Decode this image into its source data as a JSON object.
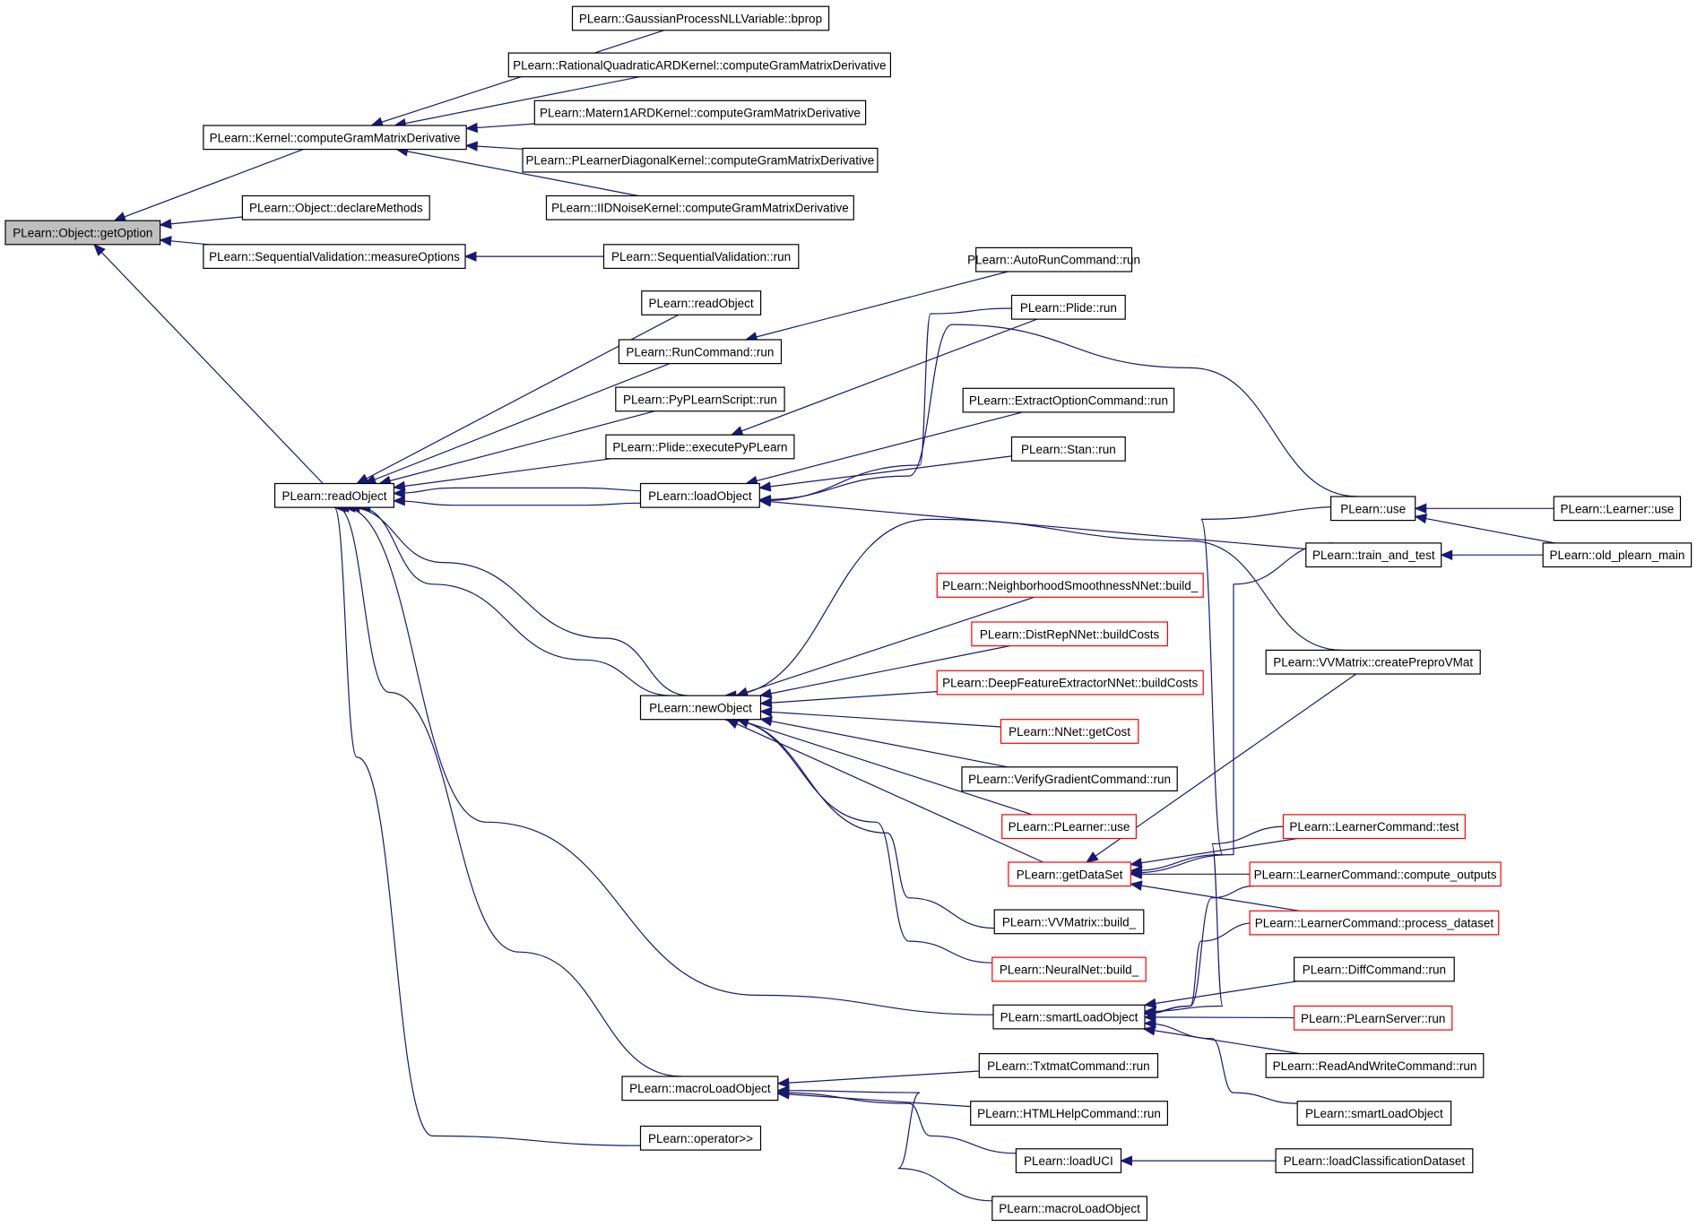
{
  "graph": {
    "colors": {
      "edge": "#191970",
      "root_fill": "#bfbfbf",
      "node_border": "#000000",
      "highlight_border": "#ff0000"
    },
    "nodes": [
      {
        "id": "root",
        "label": "PLearn::Object::getOption",
        "style": "root"
      },
      {
        "id": "kernelCGMD",
        "label": "PLearn::Kernel::computeGramMatrixDerivative"
      },
      {
        "id": "declareMethods",
        "label": "PLearn::Object::declareMethods"
      },
      {
        "id": "svMeasure",
        "label": "PLearn::SequentialValidation::measureOptions"
      },
      {
        "id": "readObject",
        "label": "PLearn::readObject"
      },
      {
        "id": "gpBprop",
        "label": "PLearn::GaussianProcessNLLVariable::bprop"
      },
      {
        "id": "rqArd",
        "label": "PLearn::RationalQuadraticARDKernel::computeGramMatrixDerivative"
      },
      {
        "id": "matern",
        "label": "PLearn::Matern1ARDKernel::computeGramMatrixDerivative"
      },
      {
        "id": "plDiag",
        "label": "PLearn::PLearnerDiagonalKernel::computeGramMatrixDerivative"
      },
      {
        "id": "iidNoise",
        "label": "PLearn::IIDNoiseKernel::computeGramMatrixDerivative"
      },
      {
        "id": "svRun",
        "label": "PLearn::SequentialValidation::run"
      },
      {
        "id": "readObject2",
        "label": "PLearn::readObject"
      },
      {
        "id": "runCmd",
        "label": "PLearn::RunCommand::run"
      },
      {
        "id": "pyScript",
        "label": "PLearn::PyPLearnScript::run"
      },
      {
        "id": "plideExec",
        "label": "PLearn::Plide::executePyPLearn"
      },
      {
        "id": "loadObject",
        "label": "PLearn::loadObject"
      },
      {
        "id": "newObject",
        "label": "PLearn::newObject"
      },
      {
        "id": "macroLoad",
        "label": "PLearn::macroLoadObject"
      },
      {
        "id": "operator",
        "label": "PLearn::operator>>"
      },
      {
        "id": "autoRun",
        "label": "PLearn::AutoRunCommand::run"
      },
      {
        "id": "plideRun",
        "label": "PLearn::Plide::run"
      },
      {
        "id": "extractOpt",
        "label": "PLearn::ExtractOptionCommand::run"
      },
      {
        "id": "stanRun",
        "label": "PLearn::Stan::run"
      },
      {
        "id": "nsNNet",
        "label": "PLearn::NeighborhoodSmoothnessNNet::build_",
        "style": "red"
      },
      {
        "id": "distRep",
        "label": "PLearn::DistRepNNet::buildCosts",
        "style": "red"
      },
      {
        "id": "deepFeat",
        "label": "PLearn::DeepFeatureExtractorNNet::buildCosts",
        "style": "red"
      },
      {
        "id": "nnetCost",
        "label": "PLearn::NNet::getCost",
        "style": "red"
      },
      {
        "id": "verifyGrad",
        "label": "PLearn::VerifyGradientCommand::run"
      },
      {
        "id": "plUse",
        "label": "PLearn::PLearner::use",
        "style": "red"
      },
      {
        "id": "getDataSet",
        "label": "PLearn::getDataSet",
        "style": "red"
      },
      {
        "id": "vvBuild",
        "label": "PLearn::VVMatrix::build_"
      },
      {
        "id": "neuralBuild",
        "label": "PLearn::NeuralNet::build_",
        "style": "red"
      },
      {
        "id": "smartLoad",
        "label": "PLearn::smartLoadObject"
      },
      {
        "id": "txtmat",
        "label": "PLearn::TxtmatCommand::run"
      },
      {
        "id": "htmlHelp",
        "label": "PLearn::HTMLHelpCommand::run"
      },
      {
        "id": "loadUCI",
        "label": "PLearn::loadUCI"
      },
      {
        "id": "macroLoad2",
        "label": "PLearn::macroLoadObject"
      },
      {
        "id": "use",
        "label": "PLearn::use"
      },
      {
        "id": "trainTest",
        "label": "PLearn::train_and_test"
      },
      {
        "id": "vvPrepro",
        "label": "PLearn::VVMatrix::createPreproVMat"
      },
      {
        "id": "lcTest",
        "label": "PLearn::LearnerCommand::test",
        "style": "red"
      },
      {
        "id": "lcCompute",
        "label": "PLearn::LearnerCommand::compute_outputs",
        "style": "red"
      },
      {
        "id": "lcProcess",
        "label": "PLearn::LearnerCommand::process_dataset",
        "style": "red"
      },
      {
        "id": "diffCmd",
        "label": "PLearn::DiffCommand::run"
      },
      {
        "id": "plServer",
        "label": "PLearn::PLearnServer::run",
        "style": "red"
      },
      {
        "id": "readWrite",
        "label": "PLearn::ReadAndWriteCommand::run"
      },
      {
        "id": "smartLoad2",
        "label": "PLearn::smartLoadObject"
      },
      {
        "id": "loadClass",
        "label": "PLearn::loadClassificationDataset"
      },
      {
        "id": "learnerUse",
        "label": "PLearn::Learner::use"
      },
      {
        "id": "oldMain",
        "label": "PLearn::old_plearn_main"
      }
    ],
    "edges": [
      {
        "from": "kernelCGMD",
        "to": "root"
      },
      {
        "from": "declareMethods",
        "to": "root"
      },
      {
        "from": "svMeasure",
        "to": "root"
      },
      {
        "from": "readObject",
        "to": "root"
      },
      {
        "from": "gpBprop",
        "to": "kernelCGMD"
      },
      {
        "from": "rqArd",
        "to": "kernelCGMD"
      },
      {
        "from": "matern",
        "to": "kernelCGMD"
      },
      {
        "from": "plDiag",
        "to": "kernelCGMD"
      },
      {
        "from": "iidNoise",
        "to": "kernelCGMD"
      },
      {
        "from": "svRun",
        "to": "svMeasure"
      },
      {
        "from": "readObject2",
        "to": "readObject"
      },
      {
        "from": "runCmd",
        "to": "readObject"
      },
      {
        "from": "pyScript",
        "to": "readObject"
      },
      {
        "from": "plideExec",
        "to": "readObject"
      },
      {
        "from": "loadObject",
        "to": "readObject"
      },
      {
        "from": "readObject",
        "to": "loadObject"
      },
      {
        "from": "newObject",
        "to": "readObject"
      },
      {
        "from": "readObject",
        "to": "newObject"
      },
      {
        "from": "smartLoad",
        "to": "readObject"
      },
      {
        "from": "macroLoad",
        "to": "readObject"
      },
      {
        "from": "operator",
        "to": "readObject"
      },
      {
        "from": "autoRun",
        "to": "runCmd"
      },
      {
        "from": "plideRun",
        "to": "plideExec"
      },
      {
        "from": "plideRun",
        "to": "loadObject"
      },
      {
        "from": "use",
        "to": "loadObject"
      },
      {
        "from": "extractOpt",
        "to": "loadObject"
      },
      {
        "from": "stanRun",
        "to": "loadObject"
      },
      {
        "from": "trainTest",
        "to": "loadObject"
      },
      {
        "from": "vvPrepro",
        "to": "newObject"
      },
      {
        "from": "nsNNet",
        "to": "newObject"
      },
      {
        "from": "distRep",
        "to": "newObject"
      },
      {
        "from": "deepFeat",
        "to": "newObject"
      },
      {
        "from": "nnetCost",
        "to": "newObject"
      },
      {
        "from": "verifyGrad",
        "to": "newObject"
      },
      {
        "from": "plUse",
        "to": "newObject"
      },
      {
        "from": "getDataSet",
        "to": "newObject"
      },
      {
        "from": "vvBuild",
        "to": "newObject"
      },
      {
        "from": "neuralBuild",
        "to": "newObject"
      },
      {
        "from": "use",
        "to": "getDataSet"
      },
      {
        "from": "trainTest",
        "to": "getDataSet"
      },
      {
        "from": "vvPrepro",
        "to": "getDataSet"
      },
      {
        "from": "lcTest",
        "to": "getDataSet"
      },
      {
        "from": "lcCompute",
        "to": "getDataSet"
      },
      {
        "from": "lcProcess",
        "to": "getDataSet"
      },
      {
        "from": "lcTest",
        "to": "smartLoad"
      },
      {
        "from": "lcCompute",
        "to": "smartLoad"
      },
      {
        "from": "lcProcess",
        "to": "smartLoad"
      },
      {
        "from": "diffCmd",
        "to": "smartLoad"
      },
      {
        "from": "plServer",
        "to": "smartLoad"
      },
      {
        "from": "readWrite",
        "to": "smartLoad"
      },
      {
        "from": "smartLoad2",
        "to": "smartLoad"
      },
      {
        "from": "txtmat",
        "to": "macroLoad"
      },
      {
        "from": "htmlHelp",
        "to": "macroLoad"
      },
      {
        "from": "loadUCI",
        "to": "macroLoad"
      },
      {
        "from": "macroLoad2",
        "to": "macroLoad"
      },
      {
        "from": "loadClass",
        "to": "loadUCI"
      },
      {
        "from": "learnerUse",
        "to": "use"
      },
      {
        "from": "oldMain",
        "to": "use"
      },
      {
        "from": "oldMain",
        "to": "trainTest"
      }
    ]
  }
}
